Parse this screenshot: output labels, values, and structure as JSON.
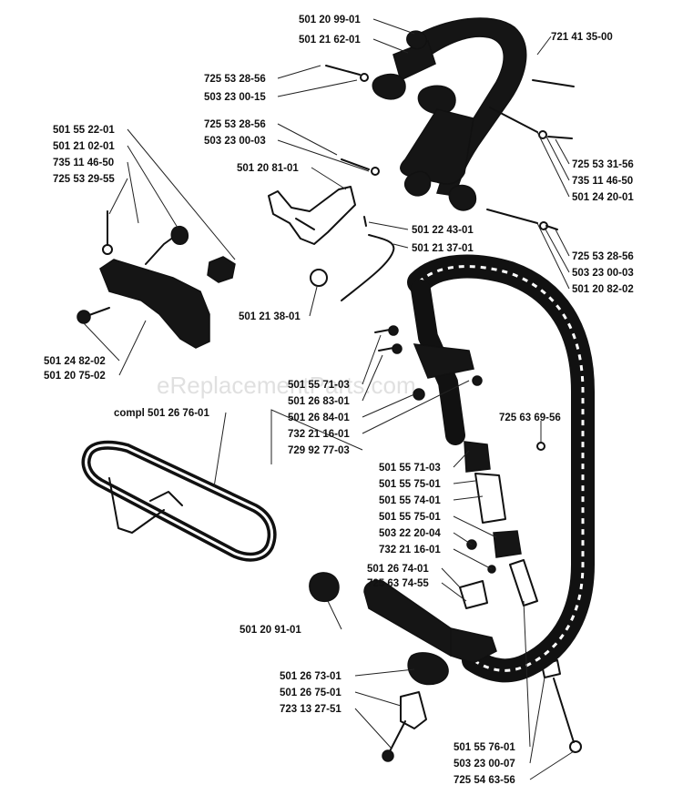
{
  "watermark": "eReplacementParts.com",
  "labels": [
    {
      "id": "p1",
      "text": "501 20 99-01"
    },
    {
      "id": "p2",
      "text": "501 21 62-01"
    },
    {
      "id": "p3",
      "text": "721 41 35-00"
    },
    {
      "id": "p4",
      "text": "725 53 28-56"
    },
    {
      "id": "p5",
      "text": "503 23 00-15"
    },
    {
      "id": "p6",
      "text": "725 53 28-56"
    },
    {
      "id": "p7",
      "text": "503 23 00-03"
    },
    {
      "id": "p8",
      "text": "725 53 31-56"
    },
    {
      "id": "p9",
      "text": "735 11 46-50"
    },
    {
      "id": "p10",
      "text": "501 24 20-01"
    },
    {
      "id": "p11",
      "text": "501 20 81-01"
    },
    {
      "id": "p12",
      "text": "501 22 43-01"
    },
    {
      "id": "p13",
      "text": "501 21 37-01"
    },
    {
      "id": "p14",
      "text": "725 53 28-56"
    },
    {
      "id": "p15",
      "text": "503 23 00-03"
    },
    {
      "id": "p16",
      "text": "501 20 82-02"
    },
    {
      "id": "p17",
      "text": "501 55 22-01"
    },
    {
      "id": "p18",
      "text": "501 21 02-01"
    },
    {
      "id": "p19",
      "text": "735 11 46-50"
    },
    {
      "id": "p20",
      "text": "725 53 29-55"
    },
    {
      "id": "p21",
      "text": "501 21 38-01"
    },
    {
      "id": "p22",
      "text": "501 24 82-02"
    },
    {
      "id": "p23",
      "text": "501 20 75-02"
    },
    {
      "id": "p24",
      "text": "501 55 71-03"
    },
    {
      "id": "p25",
      "text": "501 26 83-01"
    },
    {
      "id": "p26",
      "text": "501 26 84-01"
    },
    {
      "id": "p27",
      "text": "732 21 16-01"
    },
    {
      "id": "p28",
      "text": "729 92 77-03"
    },
    {
      "id": "p29",
      "text": "compl 501 26 76-01"
    },
    {
      "id": "p30",
      "text": "725 63 69-56"
    },
    {
      "id": "p31",
      "text": "501 55 71-03"
    },
    {
      "id": "p32",
      "text": "501 55 75-01"
    },
    {
      "id": "p33",
      "text": "501 55 74-01"
    },
    {
      "id": "p34",
      "text": "501 55 75-01"
    },
    {
      "id": "p35",
      "text": "503 22 20-04"
    },
    {
      "id": "p36",
      "text": "732 21 16-01"
    },
    {
      "id": "p37",
      "text": "501 26 74-01"
    },
    {
      "id": "p38",
      "text": "725 63 74-55"
    },
    {
      "id": "p39",
      "text": "501 20 91-01"
    },
    {
      "id": "p40",
      "text": "501 26 73-01"
    },
    {
      "id": "p41",
      "text": "501 26 75-01"
    },
    {
      "id": "p42",
      "text": "723 13 27-51"
    },
    {
      "id": "p43",
      "text": "501 55 76-01"
    },
    {
      "id": "p44",
      "text": "503 23 00-07"
    },
    {
      "id": "p45",
      "text": "725 54 63-56"
    }
  ]
}
